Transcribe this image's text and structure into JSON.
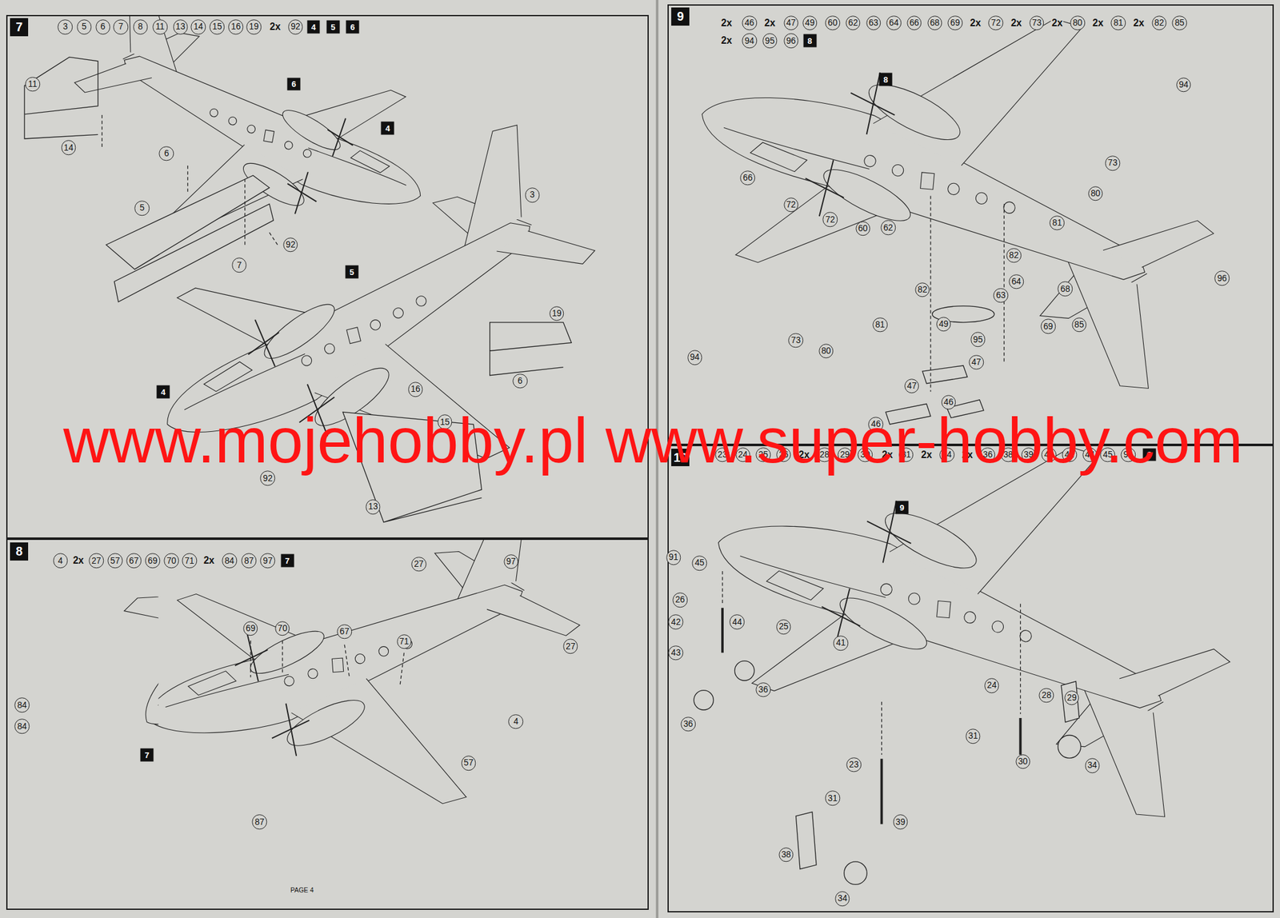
{
  "diagram": {
    "nodes": [
      {
        "text": [
          "7"
        ]
      },
      {
        "text": [
          "8"
        ]
      },
      {
        "text": [
          "9"
        ]
      },
      {
        "text": [
          "10"
        ]
      }
    ],
    "labels": [
      "3",
      "5",
      "6",
      "7",
      "8",
      "11",
      "13",
      "14",
      "15",
      "16",
      "19",
      "2x",
      "92",
      "4",
      "5",
      "6",
      "11",
      "14",
      "6",
      "6",
      "4",
      "5",
      "92",
      "7",
      "3",
      "5",
      "19",
      "6",
      "4",
      "16",
      "15",
      "92",
      "13",
      "4",
      "2x",
      "27",
      "57",
      "67",
      "69",
      "70",
      "71",
      "2x",
      "84",
      "87",
      "97",
      "7",
      "27",
      "97",
      "69",
      "70",
      "67",
      "71",
      "27",
      "84",
      "84",
      "4",
      "57",
      "7",
      "87",
      "PAGE 4",
      "2x",
      "46",
      "2x",
      "47",
      "49",
      "60",
      "62",
      "63",
      "64",
      "66",
      "68",
      "69",
      "2x",
      "72",
      "2x",
      "73",
      "2x",
      "80",
      "2x",
      "81",
      "2x",
      "82",
      "85",
      "2x",
      "94",
      "95",
      "96",
      "8",
      "8",
      "94",
      "73",
      "80",
      "66",
      "72",
      "72",
      "60",
      "62",
      "81",
      "82",
      "64",
      "96",
      "82",
      "68",
      "63",
      "49",
      "95",
      "69",
      "85",
      "81",
      "73",
      "80",
      "94",
      "47",
      "46",
      "47",
      "46",
      "23",
      "24",
      "25",
      "26",
      "2x",
      "28",
      "29",
      "30",
      "2x",
      "31",
      "2x",
      "34",
      "2x",
      "36",
      "38",
      "39",
      "41",
      "42",
      "44",
      "45",
      "91",
      "9",
      "9",
      "91",
      "45",
      "26",
      "44",
      "42",
      "43",
      "25",
      "36",
      "36",
      "41",
      "24",
      "28",
      "29",
      "31",
      "30",
      "34",
      "23",
      "31",
      "39",
      "38",
      "34",
      "www.mojehobby.pl www.super-hobby.com"
    ]
  }
}
